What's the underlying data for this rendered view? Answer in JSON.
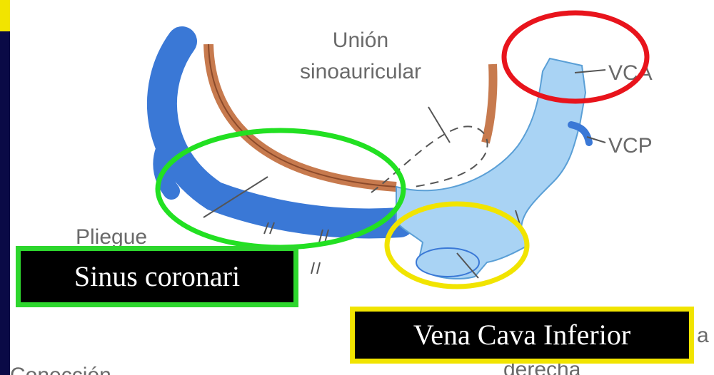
{
  "labels": {
    "union_line1": "Unión",
    "union_line2": "sinoauricular",
    "vca": "VCA",
    "vcp": "VCP",
    "pliegue": "Pliegue",
    "frag_bottom_left": "Conección",
    "frag_bottom_right": "derecha",
    "frag_right": "a"
  },
  "annotations": {
    "sinus": "Sinus coronari",
    "vena": "Vena Cava Inferior"
  },
  "colors": {
    "background_frame": "#0a0a46",
    "image_background": "#ffffff",
    "vessel_dark": "#3a78d6",
    "vessel_light": "#a9d3f4",
    "tissue_brown": "#c77a4e",
    "highlight_red": "#e8141c",
    "highlight_green": "#22e022",
    "highlight_yellow": "#f1e400"
  }
}
